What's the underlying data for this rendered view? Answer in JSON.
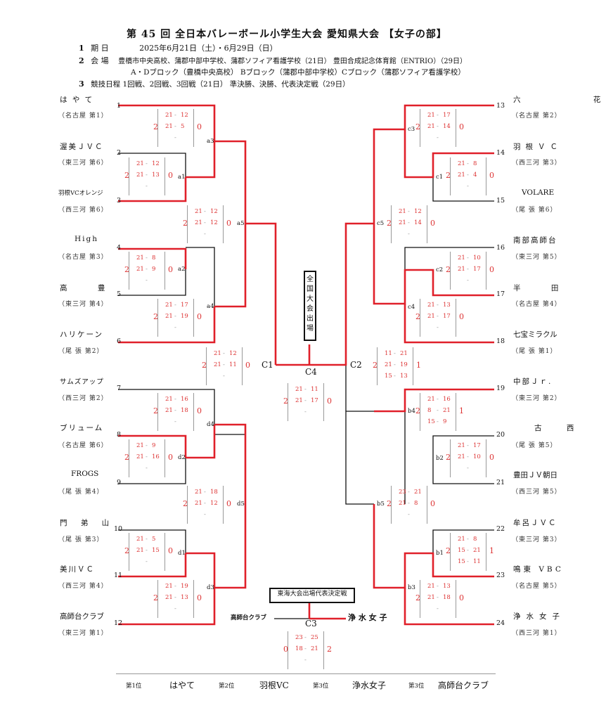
{
  "header": {
    "title": "第 45 回 全日本バレーボール小学生大会 愛知県大会 【女子の部】",
    "l1_num": "1",
    "l1_label": "期 日",
    "l1_text": "2025年6月21日（土）・6月29日（日）",
    "l2_num": "2",
    "l2_label": "会 場",
    "l2_text": "豊橋市中央高校、蒲郡中部中学校、蒲郡ソフィア看護学校（21日） 豊田合成記念体育館（ENTRIO）（29日）",
    "l2_text2": "A・Dブロック（豊橋中央高校） Bブロック（蒲郡中部中学校）Cブロック（蒲郡ソフィア看護学校）",
    "l3_num": "3",
    "l3_text": "競技日程 1回戦、2回戦、3回戦（21日） 準決勝、決勝、代表決定戦（29日）"
  },
  "teams_left": [
    {
      "name": "は や て",
      "sub": "（名古屋 第1）",
      "seed": "1"
    },
    {
      "name": "渥美ＪＶＣ",
      "sub": "（東三河 第6）",
      "seed": "2"
    },
    {
      "name": "羽根VCオレンジ",
      "sub": "（西三河 第6）",
      "seed": "3"
    },
    {
      "name": "High",
      "sub": "（名古屋 第3）",
      "seed": "4"
    },
    {
      "name": "高 豊",
      "sub": "（東三河 第4）",
      "seed": "5"
    },
    {
      "name": "ハリケーン",
      "sub": "（尾 張 第2）",
      "seed": "6"
    },
    {
      "name": "サムズアップ",
      "sub": "（西三河 第2）",
      "seed": "7"
    },
    {
      "name": "ブリューム",
      "sub": "（名古屋 第6）",
      "seed": "8"
    },
    {
      "name": "FROGS",
      "sub": "（尾 張 第4）",
      "seed": "9"
    },
    {
      "name": "門 弟 山",
      "sub": "（尾 張 第3）",
      "seed": "10"
    },
    {
      "name": "美川ＶＣ",
      "sub": "（西三河 第4）",
      "seed": "11"
    },
    {
      "name": "高師台クラブ",
      "sub": "（東三河 第1）",
      "seed": "12"
    }
  ],
  "teams_right": [
    {
      "name": "六 花",
      "sub": "（名古屋 第2）",
      "seed": "13"
    },
    {
      "name": "羽根ＶＣ",
      "sub": "（西三河 第3）",
      "seed": "14"
    },
    {
      "name": "VOLARE",
      "sub": "（尾 張 第6）",
      "seed": "15"
    },
    {
      "name": "南部高師台",
      "sub": "（東三河 第5）",
      "seed": "16"
    },
    {
      "name": "半 田",
      "sub": "（名古屋 第4）",
      "seed": "17"
    },
    {
      "name": "七宝ミラクル",
      "sub": "（尾 張 第1）",
      "seed": "18"
    },
    {
      "name": "中部Ｊｒ.",
      "sub": "（東三河 第2）",
      "seed": "19"
    },
    {
      "name": "古 西",
      "sub": "（尾 張 第5）",
      "seed": "20"
    },
    {
      "name": "豊田ＪＶ朝日",
      "sub": "（西三河 第5）",
      "seed": "21"
    },
    {
      "name": "牟呂ＪＶＣ",
      "sub": "（東三河 第3）",
      "seed": "22"
    },
    {
      "name": "鳴東 VBC",
      "sub": "（名古屋 第5）",
      "seed": "23"
    },
    {
      "name": "浄水女子",
      "sub": "（西三河 第1）",
      "seed": "24"
    }
  ],
  "matches": [
    {
      "label": "a3",
      "left": "2",
      "right": "0",
      "sets": [
        [
          "21",
          "12"
        ],
        [
          "21",
          "5"
        ],
        [
          "",
          ""
        ]
      ]
    },
    {
      "label": "a1",
      "left": "2",
      "right": "0",
      "sets": [
        [
          "21",
          "12"
        ],
        [
          "21",
          "13"
        ],
        [
          "",
          ""
        ]
      ]
    },
    {
      "label": "a5",
      "left": "2",
      "right": "0",
      "sets": [
        [
          "21",
          "12"
        ],
        [
          "21",
          "12"
        ],
        [
          "",
          ""
        ]
      ]
    },
    {
      "label": "a2",
      "left": "2",
      "right": "0",
      "sets": [
        [
          "21",
          "8"
        ],
        [
          "21",
          "9"
        ],
        [
          "",
          ""
        ]
      ]
    },
    {
      "label": "a4",
      "left": "2",
      "right": "0",
      "sets": [
        [
          "21",
          "17"
        ],
        [
          "21",
          "19"
        ],
        [
          "",
          ""
        ]
      ]
    },
    {
      "label": "C1",
      "left": "2",
      "right": "0",
      "sets": [
        [
          "21",
          "12"
        ],
        [
          "21",
          "11"
        ],
        [
          "",
          ""
        ]
      ]
    },
    {
      "label": "d4",
      "left": "2",
      "right": "0",
      "sets": [
        [
          "21",
          "16"
        ],
        [
          "21",
          "18"
        ],
        [
          "",
          ""
        ]
      ]
    },
    {
      "label": "d2",
      "left": "2",
      "right": "0",
      "sets": [
        [
          "21",
          "9"
        ],
        [
          "21",
          "16"
        ],
        [
          "",
          ""
        ]
      ]
    },
    {
      "label": "d5",
      "left": "2",
      "right": "0",
      "sets": [
        [
          "21",
          "18"
        ],
        [
          "21",
          "12"
        ],
        [
          "",
          ""
        ]
      ]
    },
    {
      "label": "d1",
      "left": "2",
      "right": "0",
      "sets": [
        [
          "21",
          "5"
        ],
        [
          "21",
          "15"
        ],
        [
          "",
          ""
        ]
      ]
    },
    {
      "label": "d3",
      "left": "2",
      "right": "0",
      "sets": [
        [
          "21",
          "19"
        ],
        [
          "21",
          "13"
        ],
        [
          "",
          ""
        ]
      ]
    },
    {
      "label": "c3",
      "left": "2",
      "right": "0",
      "sets": [
        [
          "21",
          "17"
        ],
        [
          "21",
          "14"
        ],
        [
          "",
          ""
        ]
      ]
    },
    {
      "label": "c1",
      "left": "2",
      "right": "0",
      "sets": [
        [
          "21",
          "8"
        ],
        [
          "21",
          "4"
        ],
        [
          "",
          ""
        ]
      ]
    },
    {
      "label": "c5",
      "left": "2",
      "right": "0",
      "sets": [
        [
          "21",
          "12"
        ],
        [
          "21",
          "14"
        ],
        [
          "",
          ""
        ]
      ]
    },
    {
      "label": "c2",
      "left": "2",
      "right": "0",
      "sets": [
        [
          "21",
          "10"
        ],
        [
          "21",
          "17"
        ],
        [
          "",
          ""
        ]
      ]
    },
    {
      "label": "c4",
      "left": "2",
      "right": "0",
      "sets": [
        [
          "21",
          "13"
        ],
        [
          "21",
          "17"
        ],
        [
          "",
          ""
        ]
      ]
    },
    {
      "label": "C2",
      "left": "2",
      "right": "1",
      "sets": [
        [
          "11",
          "21"
        ],
        [
          "21",
          "19"
        ],
        [
          "15",
          "13"
        ]
      ]
    },
    {
      "label": "b4",
      "left": "2",
      "right": "1",
      "sets": [
        [
          "21",
          "16"
        ],
        [
          "8",
          "21"
        ],
        [
          "15",
          "9"
        ]
      ]
    },
    {
      "label": "b2",
      "left": "2",
      "right": "0",
      "sets": [
        [
          "21",
          "17"
        ],
        [
          "21",
          "10"
        ],
        [
          "",
          ""
        ]
      ]
    },
    {
      "label": "b5",
      "left": "2",
      "right": "0",
      "sets": [
        [
          "23",
          "21"
        ],
        [
          "21",
          "8"
        ],
        [
          "",
          ""
        ]
      ]
    },
    {
      "label": "b1",
      "left": "2",
      "right": "1",
      "sets": [
        [
          "21",
          "8"
        ],
        [
          "15",
          "21"
        ],
        [
          "15",
          "11"
        ]
      ]
    },
    {
      "label": "b3",
      "left": "2",
      "right": "0",
      "sets": [
        [
          "21",
          "13"
        ],
        [
          "21",
          "18"
        ],
        [
          "",
          ""
        ]
      ]
    },
    {
      "label": "C4",
      "left": "2",
      "right": "0",
      "sets": [
        [
          "21",
          "11"
        ],
        [
          "21",
          "17"
        ],
        [
          "",
          ""
        ]
      ]
    },
    {
      "label": "C3",
      "left": "0",
      "right": "2",
      "sets": [
        [
          "23",
          "25"
        ],
        [
          "18",
          "21"
        ],
        [
          "",
          ""
        ]
      ]
    }
  ],
  "national_box": "全国大会出場",
  "tokai_box": "東海大会出場代表決定戦",
  "c3_left": "高師台クラブ",
  "c3_right": "浄 水 女 子",
  "rankings": {
    "p1_label": "第1位",
    "p1": "はやて",
    "p2_label": "第2位",
    "p2": "羽根VC",
    "p3a_label": "第3位",
    "p3a": "浄水女子",
    "p3b_label": "第3位",
    "p3b": "高師台クラブ"
  },
  "colors": {
    "winner_line": "#e0202a",
    "score": "#d33"
  }
}
